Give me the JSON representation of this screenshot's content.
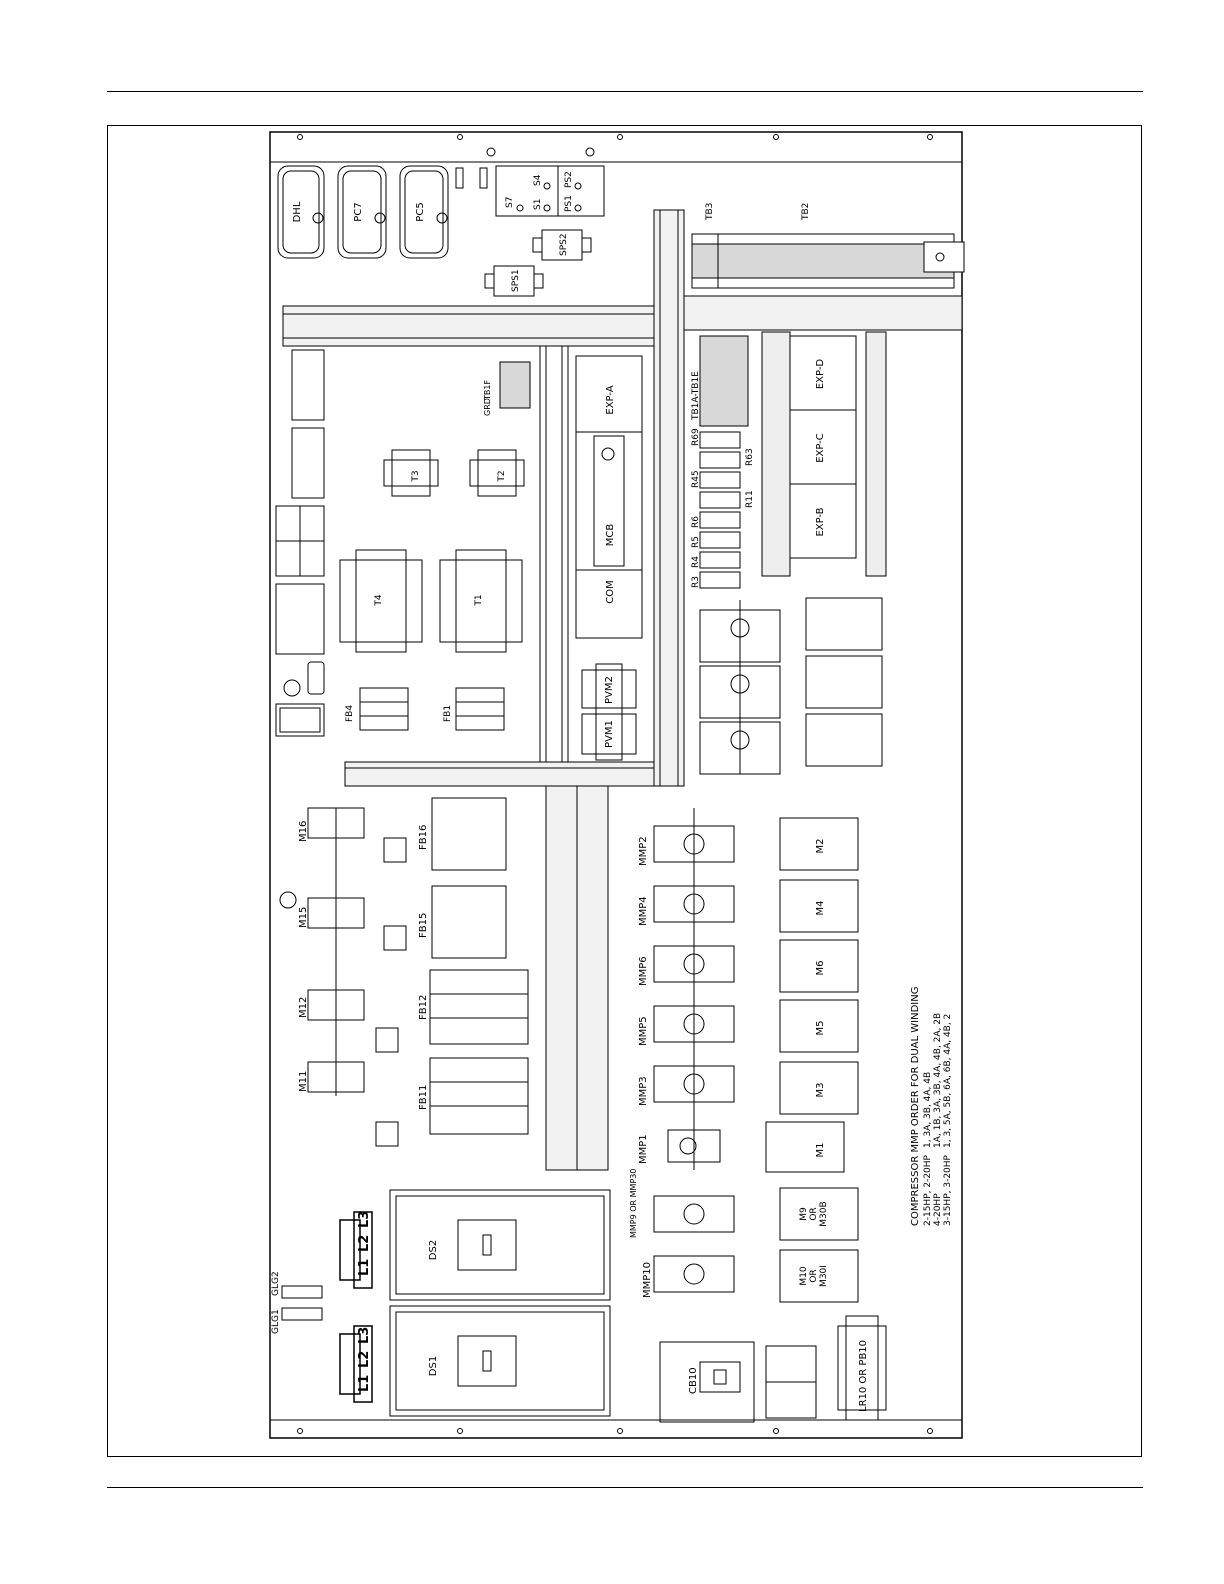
{
  "colors": {
    "line": "#000000",
    "background": "#ffffff",
    "rail": "#e8e8e8"
  },
  "top_components": {
    "pc_lights": [
      "DHL",
      "PC7",
      "PC5"
    ],
    "switches": {
      "s7": "S7",
      "s1": "S1",
      "s4": "S4",
      "ps1": "PS1",
      "ps2": "PS2"
    },
    "sps": [
      "SPS1",
      "SPS2"
    ]
  },
  "terminals": {
    "tb3": "TB3",
    "tb2": "TB2",
    "tb1": "TB1A-TB1E",
    "tb1f": "TB1F",
    "grd": "GRD"
  },
  "transformers": [
    "T3",
    "T2",
    "T4",
    "T1"
  ],
  "fuse_blocks_upper": [
    "FB4",
    "FB1"
  ],
  "controllers": {
    "exp_a": "EXP-A",
    "mcb": "MCB",
    "com": "COM",
    "pvm2": "PVM2",
    "pvm1": "PVM1"
  },
  "expansion": [
    "EXP-D",
    "EXP-C",
    "EXP-B"
  ],
  "relays": {
    "left": [
      "R69",
      "R45",
      "R6",
      "R5",
      "R4",
      "R3"
    ],
    "right": [
      "R63",
      "R11"
    ]
  },
  "lower_left_contactors": [
    "M16",
    "M15",
    "M12",
    "M11"
  ],
  "lower_fuse_blocks": [
    "FB16",
    "FB15",
    "FB12",
    "FB11"
  ],
  "mmp": [
    "MMP2",
    "MMP4",
    "MMP6",
    "MMP5",
    "MMP3",
    "MMP1"
  ],
  "mmp9": "MMP9 OR MMP30",
  "mmp10": "MMP10",
  "contactors": [
    "M2",
    "M4",
    "M6",
    "M5",
    "M3",
    "M1"
  ],
  "contactor_m9": [
    "M9",
    "OR",
    "M30B"
  ],
  "contactor_m10": [
    "M10",
    "OR",
    "M30I"
  ],
  "disconnects": [
    "DS2",
    "DS1"
  ],
  "phases": [
    "L1",
    "L2",
    "L3"
  ],
  "ground_lugs": [
    "GLG1",
    "GLG2"
  ],
  "cb10": "CB10",
  "lr10": "LR10 OR PB10",
  "compressor_note": {
    "title": "COMPRESSOR  MMP ORDER FOR DUAL WINDING",
    "rows": [
      {
        "label": "2-15HP, 2-20HP",
        "value": "1, 3A, 3B, 4A, 4B"
      },
      {
        "label": "4-20HP",
        "value": "1A, 1B, 3A, 3B, 4A, 4B, 2A, 2B"
      },
      {
        "label": "3-15HP, 3-20HP",
        "value": "1, 3, 5A, 5B, 6A, 6B, 4A, 4B, 2"
      }
    ]
  }
}
